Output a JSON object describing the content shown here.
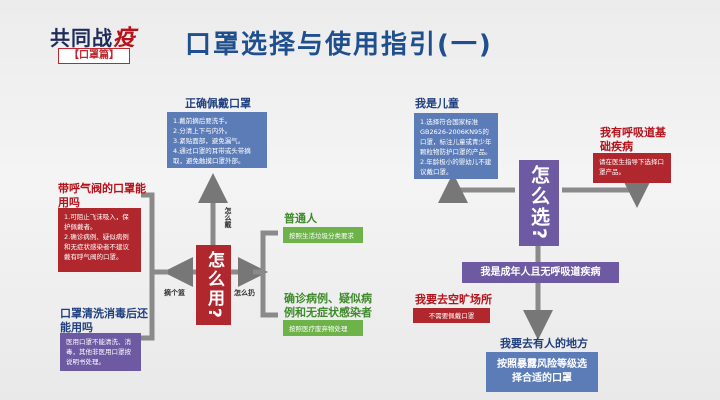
{
  "header": {
    "logo_text": "共同战",
    "logo_swash": "疫",
    "logo_tag": "【口罩篇】",
    "title": "口罩选择与使用指引(一)"
  },
  "left_diagram": {
    "center_label": "怎么用?",
    "verbs": {
      "up": "怎么戴",
      "left": "摘个篮",
      "right": "怎么扔"
    },
    "correct_wearing": {
      "heading": "正确佩戴口罩",
      "steps": [
        "1.戴前摘后要洗手。",
        "2.分清上下与内外。",
        "3.紧贴面部，避免漏气。",
        "4.通过口罩的耳带或头带摘取，避免触摸口罩外部。"
      ]
    },
    "valve_mask": {
      "heading": "带呼气阀的口罩能用吗",
      "text": [
        "1.可阻止飞沫吸入，保护佩戴者。",
        "2.确诊病例、疑似病例和无症状感染者不建议戴有呼气阀的口罩。"
      ]
    },
    "clean_mask": {
      "heading": "口罩清洗消毒后还能用吗",
      "text": "医用口罩不能清洗、消毒，其他非医用口罩按说明书处理。"
    },
    "ordinary_people": {
      "heading": "普通人",
      "text": "按照生活垃圾分类要求"
    },
    "confirmed_cases": {
      "heading": "确诊病例、疑似病例和无症状感染者",
      "text": "按照医疗废弃物处理"
    }
  },
  "right_diagram": {
    "center_label": "怎么选?",
    "children": {
      "heading": "我是儿童",
      "steps": [
        "1.选择符合国家标准GB2626-2006KN95的口罩，标注儿童或青少年颗粒物防护口罩的产品。",
        "2.年龄极小的婴幼儿不建议戴口罩。"
      ]
    },
    "respiratory_disease": {
      "heading": "我有呼吸道基础疾病",
      "text": "请在医生指导下选择口罩产品。"
    },
    "adult_banner": "我是成年人且无呼吸道疾病",
    "open_area": {
      "heading": "我要去空旷场所",
      "text": "不需要佩戴口罩"
    },
    "crowded": {
      "heading": "我要去有人的地方",
      "text": "按照暴露风险等级选择合适的口罩"
    }
  }
}
